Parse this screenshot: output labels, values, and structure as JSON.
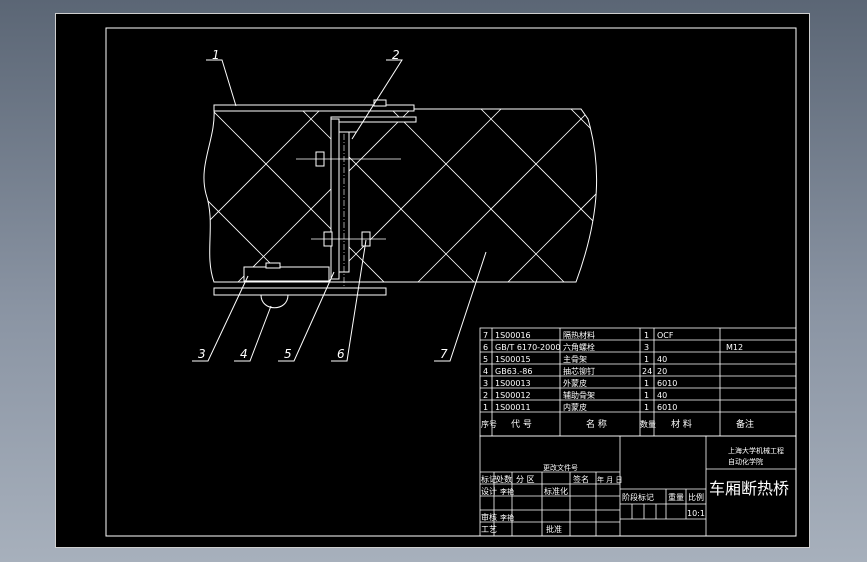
{
  "callouts": [
    "1",
    "2",
    "3",
    "4",
    "5",
    "6",
    "7"
  ],
  "bom": {
    "rows": [
      {
        "no": "7",
        "code": "1S00016",
        "name": "隔热材料",
        "qty": "1",
        "material": "OCF",
        "note": ""
      },
      {
        "no": "6",
        "code": "GB/T 6170-2000",
        "name": "六角螺栓",
        "qty": "3",
        "material": "",
        "note": "M12"
      },
      {
        "no": "5",
        "code": "1S00015",
        "name": "主骨架",
        "qty": "1",
        "material": "40",
        "note": ""
      },
      {
        "no": "4",
        "code": "GB63.-86",
        "name": "抽芯铆钉",
        "qty": "24",
        "material": "20",
        "note": ""
      },
      {
        "no": "3",
        "code": "1S00013",
        "name": "外蒙皮",
        "qty": "1",
        "material": "6010",
        "note": ""
      },
      {
        "no": "2",
        "code": "1S00012",
        "name": "辅助骨架",
        "qty": "1",
        "material": "40",
        "note": ""
      },
      {
        "no": "1",
        "code": "1S00011",
        "name": "内蒙皮",
        "qty": "1",
        "material": "6010",
        "note": ""
      }
    ],
    "header": {
      "no": "序号",
      "code": "代 号",
      "name": "名 称",
      "qty": "数量",
      "material": "材 料",
      "note": "备注"
    }
  },
  "title_block": {
    "school_line1": "上海大学机械工程",
    "school_line2": "自动化学院",
    "drawing_title": "车厢断热桥",
    "stage_label": "阶段标记",
    "weight_label": "重量",
    "scale_label": "比例",
    "scale_value": "10:1",
    "rev_labels": [
      "标记",
      "处数",
      "分 区",
      "更改文件号",
      "签名",
      "年 月 日"
    ],
    "design_label": "设计",
    "design_name": "李艳",
    "standard_label": "标准化",
    "review_label": "审核",
    "review_name": "李艳",
    "process_label": "工艺",
    "approve_label": "批准"
  }
}
